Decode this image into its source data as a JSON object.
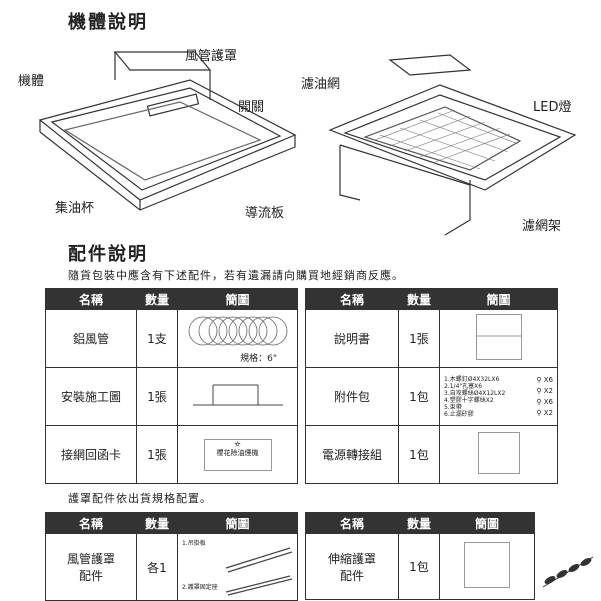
{
  "section1": {
    "title": "機體說明",
    "left_labels": {
      "duct_cover": "風管護罩",
      "body": "機體",
      "switch": "開關",
      "oil_cup": "集油杯",
      "guide_plate": "導流板"
    },
    "right_labels": {
      "filter": "濾油網",
      "led": "LED燈",
      "filter_rack": "濾網架"
    }
  },
  "section2": {
    "title": "配件說明",
    "note": "隨貨包裝中應含有下述配件，若有遺漏請向購買地經銷商反應。",
    "headers": [
      "名稱",
      "數量",
      "簡圖"
    ],
    "left_rows": [
      {
        "name": "鋁風管",
        "qty": "1支",
        "caption": "規格：6\""
      },
      {
        "name": "安裝施工圖",
        "qty": "1張"
      },
      {
        "name": "接網回函卡",
        "qty": "1張",
        "card": "櫻花除油煙機"
      }
    ],
    "right_rows": [
      {
        "name": "說明書",
        "qty": "1張"
      },
      {
        "name": "附件包",
        "qty": "1包",
        "items": [
          "1.木螺釘Ø4X32LX6",
          "2.1/4\"孔塞X6",
          "3.自攻螺絲Ø4X12LX2",
          "4.塑膠十字螺絲X2",
          "5.束帶",
          "6.止漏矽膠"
        ],
        "counts": [
          "X6",
          "X2",
          "X6",
          "X2"
        ]
      },
      {
        "name": "電源轉接組",
        "qty": "1包"
      }
    ]
  },
  "section3": {
    "note": "護罩配件依出貨規格配置。",
    "headers": [
      "名稱",
      "數量",
      "簡圖"
    ],
    "left_row": {
      "name_line1": "風管護罩",
      "name_line2": "配件",
      "qty": "各1",
      "part1": "1.吊掛板",
      "part2": "2.護罩固定座"
    },
    "right_row": {
      "name_line1": "伸縮護罩",
      "name_line2": "配件",
      "qty": "1包"
    }
  }
}
